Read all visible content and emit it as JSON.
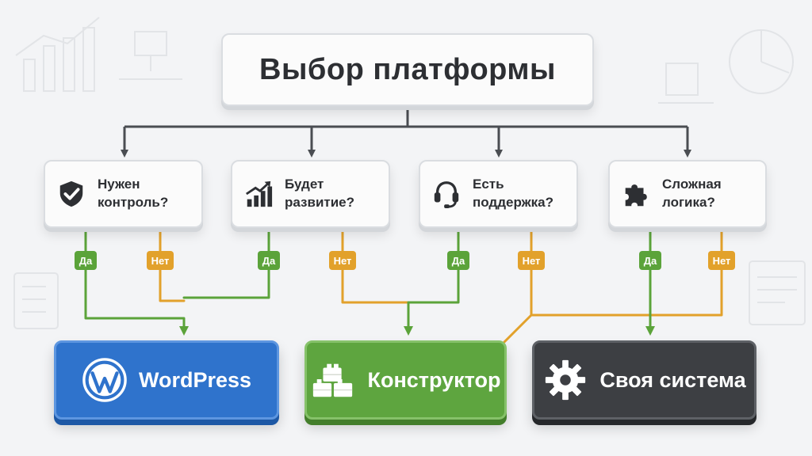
{
  "title": "Выбор платформы",
  "questions": [
    {
      "line1": "Нужен",
      "line2": "контроль?",
      "icon": "shield-check-icon"
    },
    {
      "line1": "Будет",
      "line2": "развитие?",
      "icon": "growth-chart-icon"
    },
    {
      "line1": "Есть",
      "line2": "поддержка?",
      "icon": "headset-icon"
    },
    {
      "line1": "Сложная",
      "line2": "логика?",
      "icon": "puzzle-icon"
    }
  ],
  "branches": {
    "yes": "Да",
    "no": "Нет"
  },
  "results": [
    {
      "label": "WordPress",
      "icon": "wordpress-logo-icon"
    },
    {
      "label": "Конструктор",
      "icon": "blocks-icon"
    },
    {
      "label": "Своя система",
      "icon": "gear-icon"
    }
  ],
  "colors": {
    "yes": "#5ba33a",
    "no": "#e2a12b",
    "wordpress": "#2f73cc",
    "constructor": "#5ea53f",
    "custom": "#3d3f43",
    "connector": "#4a4d52"
  }
}
